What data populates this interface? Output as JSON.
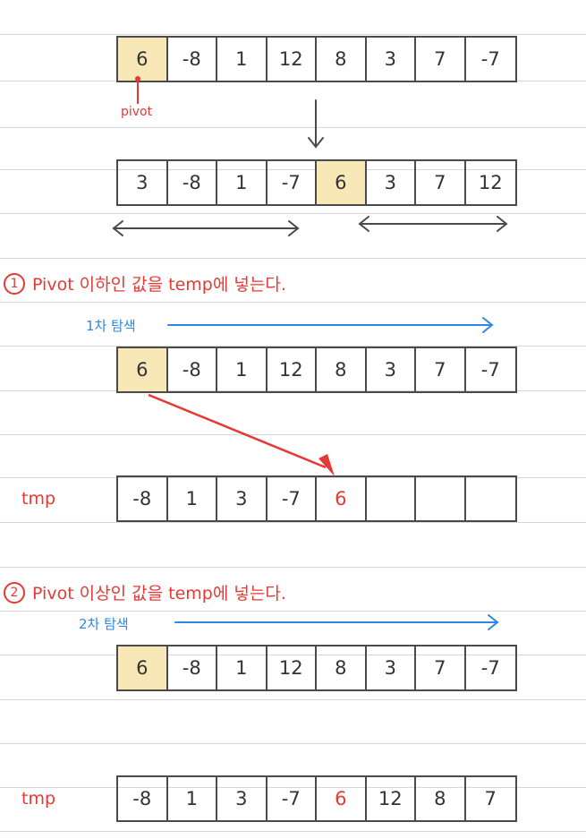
{
  "pivot_label": "pivot",
  "arrays": {
    "initial": [
      "6",
      "-8",
      "1",
      "12",
      "8",
      "3",
      "7",
      "-7"
    ],
    "partitioned": [
      "3",
      "-8",
      "1",
      "-7",
      "6",
      "3",
      "7",
      "12"
    ],
    "search1": [
      "6",
      "-8",
      "1",
      "12",
      "8",
      "3",
      "7",
      "-7"
    ],
    "tmp1": [
      "-8",
      "1",
      "3",
      "-7",
      "6",
      "",
      "",
      ""
    ],
    "search2": [
      "6",
      "-8",
      "1",
      "12",
      "8",
      "3",
      "7",
      "-7"
    ],
    "tmp2": [
      "-8",
      "1",
      "3",
      "-7",
      "6",
      "12",
      "8",
      "7"
    ]
  },
  "step1": {
    "number": "1",
    "text": "Pivot 이하인 값을 temp에 넣는다.",
    "search_label": "1차 탐색"
  },
  "step2": {
    "number": "2",
    "text": "Pivot 이상인 값을 temp에 넣는다.",
    "search_label": "2차 탐색"
  },
  "tmp_label": "tmp",
  "colors": {
    "red": "#e53935",
    "blue": "#2f86e6",
    "pivot_fill": "#f8e7b7",
    "line": "#4a4a4a",
    "ruled": "#d6d6da"
  }
}
